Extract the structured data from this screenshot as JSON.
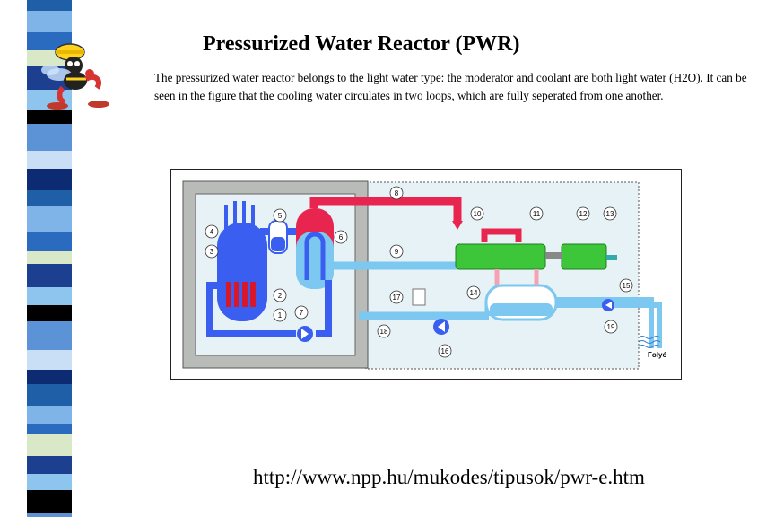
{
  "slide": {
    "title": "Pressurized Water Reactor (PWR)",
    "body": "The pressurized water reactor belongs to the light water type: the moderator and coolant are both light water (H2O). It can be seen in the figure that the cooling water circulates in two loops, which are fully seperated from one another.",
    "url": "http://www.npp.hu/mukodes/tipusok/pwr-e.htm"
  },
  "figure": {
    "labels": [
      "1",
      "2",
      "3",
      "4",
      "5",
      "6",
      "7",
      "8",
      "9",
      "10",
      "11",
      "12",
      "13",
      "14",
      "15",
      "16",
      "17",
      "18",
      "19"
    ],
    "river_label": "Folyó"
  },
  "colors": {
    "primary_loop": "#3a5ff0",
    "secondary_loop": "#7cc8f0",
    "steam_line": "#e8254f",
    "turbine": "#3ec63a",
    "containment": "#b9bbb9"
  },
  "icons": {
    "mascot": "bee-worker-icon"
  }
}
